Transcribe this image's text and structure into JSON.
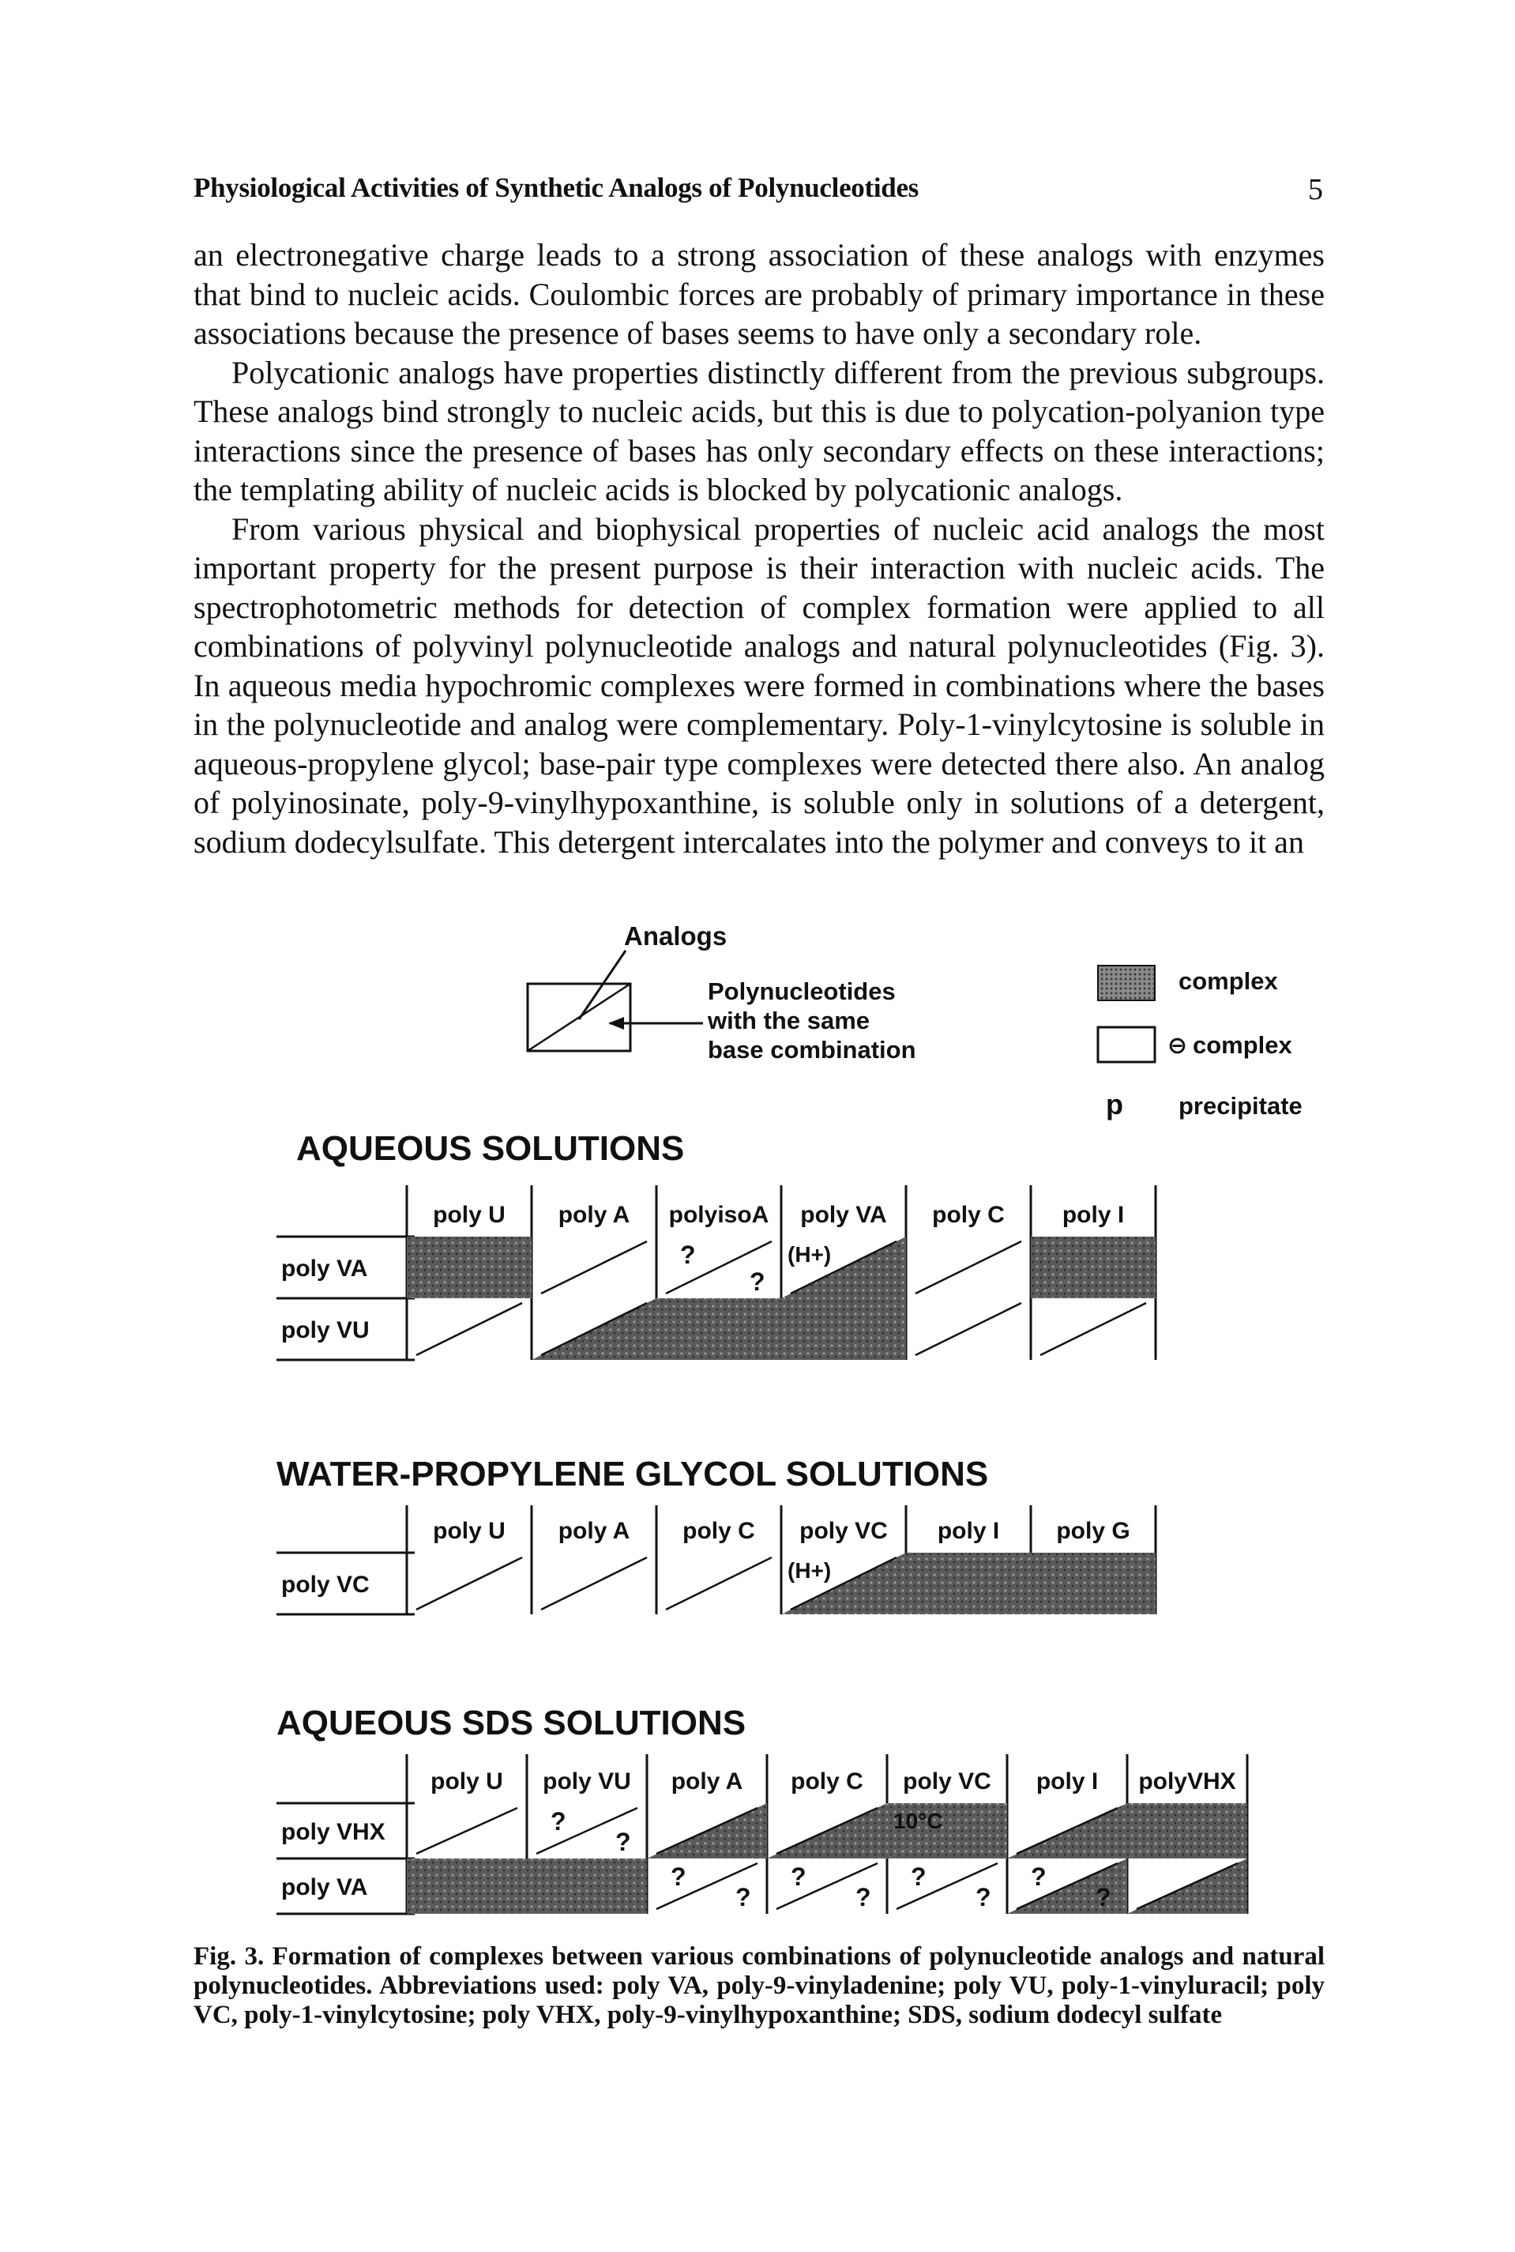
{
  "header": {
    "title": "Physiological Activities of Synthetic Analogs of Polynucleotides",
    "page_number": "5"
  },
  "paragraphs": [
    "an electronegative charge leads to a strong association of these analogs with enzymes that bind to nucleic acids. Coulombic forces are probably of primary importance in these associations because the presence of bases seems to have only a secondary role.",
    "Polycationic analogs have properties distinctly different from the previous subgroups. These analogs bind strongly to nucleic acids, but this is due to polycation-polyanion type interactions since the presence of bases has only secondary effects on these interactions; the templating ability of nucleic acids is blocked by polycationic analogs.",
    "From various physical and biophysical properties of nucleic acid analogs the most important property for the present purpose is their interaction with nucleic acids. The spectrophotometric methods for detection of complex formation were applied to all combinations of polyvinyl polynucleotide analogs and natural polynucleotides (Fig. 3). In aqueous media hypochromic complexes were formed in combinations where the bases in the polynucleotide and analog were complementary. Poly-1-vinylcytosine is soluble in aqueous-propylene glycol; base-pair type complexes were detected there also. An analog of polyinosinate, poly-9-vinylhypoxanthine, is soluble only in solutions of a detergent, sodium dodecylsulfate. This detergent intercalates into the polymer and conveys to it an"
  ],
  "legend": {
    "analogs": "Analogs",
    "same_base_line1": "Polynucleotides",
    "same_base_line2": "with the same",
    "same_base_line3": "base combination",
    "complex": "complex",
    "no_complex": "complex",
    "precipitate_symbol": "p",
    "precipitate": "precipitate"
  },
  "sections": [
    {
      "title": "AQUEOUS SOLUTIONS",
      "columns": [
        "poly U",
        "poly A",
        "polyisoA",
        "poly VA",
        "poly C",
        "poly I"
      ],
      "rows": [
        {
          "label": "poly VA",
          "cells": [
            {
              "upper": "complex",
              "lower": "complex",
              "mark": ""
            },
            {
              "upper": "empty",
              "lower": "empty",
              "mark": ""
            },
            {
              "upper": "empty",
              "lower": "empty",
              "mark": "?"
            },
            {
              "upper": "empty",
              "lower": "complex",
              "mark": "(H+)"
            },
            {
              "upper": "empty",
              "lower": "empty",
              "mark": ""
            },
            {
              "upper": "complex",
              "lower": "complex",
              "mark": ""
            }
          ]
        },
        {
          "label": "poly VU",
          "cells": [
            {
              "upper": "empty",
              "lower": "empty",
              "mark": ""
            },
            {
              "upper": "empty",
              "lower": "complex",
              "mark": ""
            },
            {
              "upper": "complex",
              "lower": "complex",
              "mark": ""
            },
            {
              "upper": "complex",
              "lower": "complex",
              "mark": ""
            },
            {
              "upper": "empty",
              "lower": "empty",
              "mark": ""
            },
            {
              "upper": "empty",
              "lower": "empty",
              "mark": ""
            }
          ]
        }
      ]
    },
    {
      "title": "WATER-PROPYLENE GLYCOL SOLUTIONS",
      "columns": [
        "poly U",
        "poly A",
        "poly C",
        "poly VC",
        "poly I",
        "poly G"
      ],
      "rows": [
        {
          "label": "poly VC",
          "cells": [
            {
              "upper": "empty",
              "lower": "empty",
              "mark": ""
            },
            {
              "upper": "empty",
              "lower": "empty",
              "mark": ""
            },
            {
              "upper": "empty",
              "lower": "empty",
              "mark": ""
            },
            {
              "upper": "empty",
              "lower": "complex",
              "mark": "(H+)"
            },
            {
              "upper": "complex",
              "lower": "complex",
              "mark": ""
            },
            {
              "upper": "complex",
              "lower": "complex",
              "mark": ""
            }
          ]
        }
      ]
    },
    {
      "title": "AQUEOUS SDS SOLUTIONS",
      "columns": [
        "poly U",
        "poly VU",
        "poly A",
        "poly C",
        "poly VC",
        "poly I",
        "polyVHX"
      ],
      "rows": [
        {
          "label": "poly VHX",
          "cells": [
            {
              "upper": "empty",
              "lower": "empty",
              "mark": ""
            },
            {
              "upper": "empty",
              "lower": "empty",
              "mark": "?"
            },
            {
              "upper": "empty",
              "lower": "complex",
              "mark": ""
            },
            {
              "upper": "empty",
              "lower": "complex",
              "mark": ""
            },
            {
              "upper": "complex",
              "lower": "complex",
              "mark": "10°C"
            },
            {
              "upper": "empty",
              "lower": "complex",
              "mark": ""
            },
            {
              "upper": "complex",
              "lower": "complex",
              "mark": ""
            }
          ]
        },
        {
          "label": "poly VA",
          "cells": [
            {
              "upper": "complex",
              "lower": "complex",
              "mark": ""
            },
            {
              "upper": "complex",
              "lower": "complex",
              "mark": ""
            },
            {
              "upper": "empty",
              "lower": "empty",
              "mark": "?"
            },
            {
              "upper": "empty",
              "lower": "empty",
              "mark": "?"
            },
            {
              "upper": "empty",
              "lower": "empty",
              "mark": "?"
            },
            {
              "upper": "empty",
              "lower": "complex",
              "mark": "?"
            },
            {
              "upper": "empty",
              "lower": "complex",
              "mark": ""
            }
          ]
        }
      ]
    }
  ],
  "caption": {
    "label": "Fig. 3.",
    "text": "Formation of complexes between various combinations of polynucleotide analogs and natural polynucleotides. Abbreviations used: poly VA, poly-9-vinyladenine; poly VU, poly-1-vinyluracil; poly VC, poly-1-vinylcytosine; poly VHX, poly-9-vinylhypoxanthine; SDS, sodium dodecyl sulfate"
  },
  "colors": {
    "ink": "#111111",
    "complex_fill": "#5a5a5a",
    "complex_texture": "#9a9a9a"
  }
}
